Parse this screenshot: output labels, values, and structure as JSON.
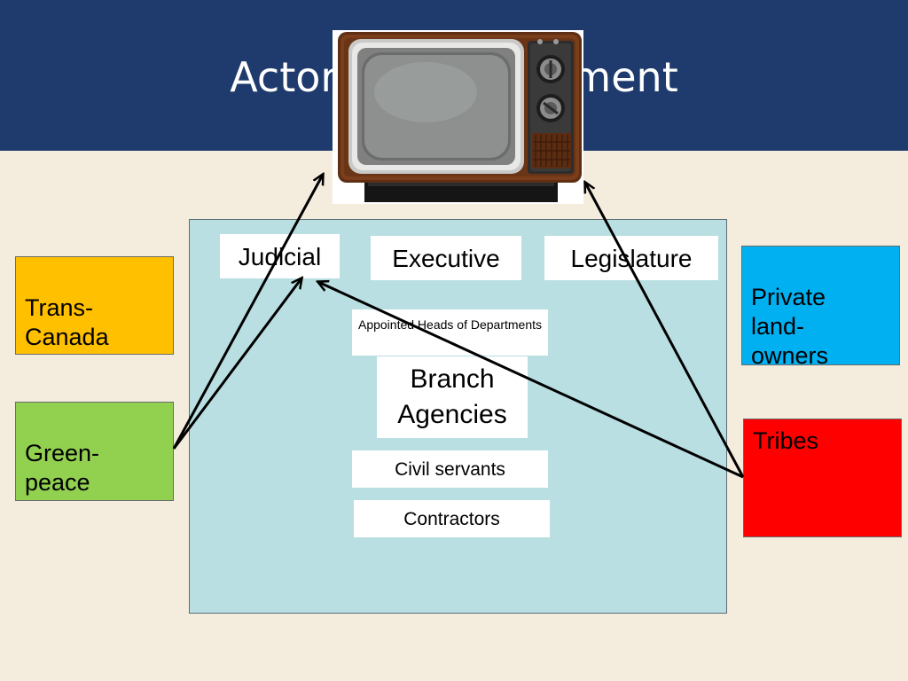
{
  "slide": {
    "title": "Actors of Government"
  },
  "branches": {
    "judicial": "Judicial",
    "executive": "Executive",
    "legislature": "Legislature"
  },
  "executive_stack": {
    "appointed_heads": "Appointed Heads of Departments",
    "agencies": "Branch Agencies",
    "civil_servants": "Civil servants",
    "contractors": "Contractors"
  },
  "actors": {
    "transcanada": {
      "label": "Trans-\nCanada",
      "color": "#ffc000"
    },
    "greenpeace": {
      "label": "Green-\npeace",
      "color": "#92d050"
    },
    "landowners": {
      "label": "Private\nland-\nowners",
      "color": "#00b0f0"
    },
    "tribes": {
      "label": "Tribes",
      "color": "#ff0000"
    }
  },
  "image": {
    "icon": "television-icon"
  }
}
